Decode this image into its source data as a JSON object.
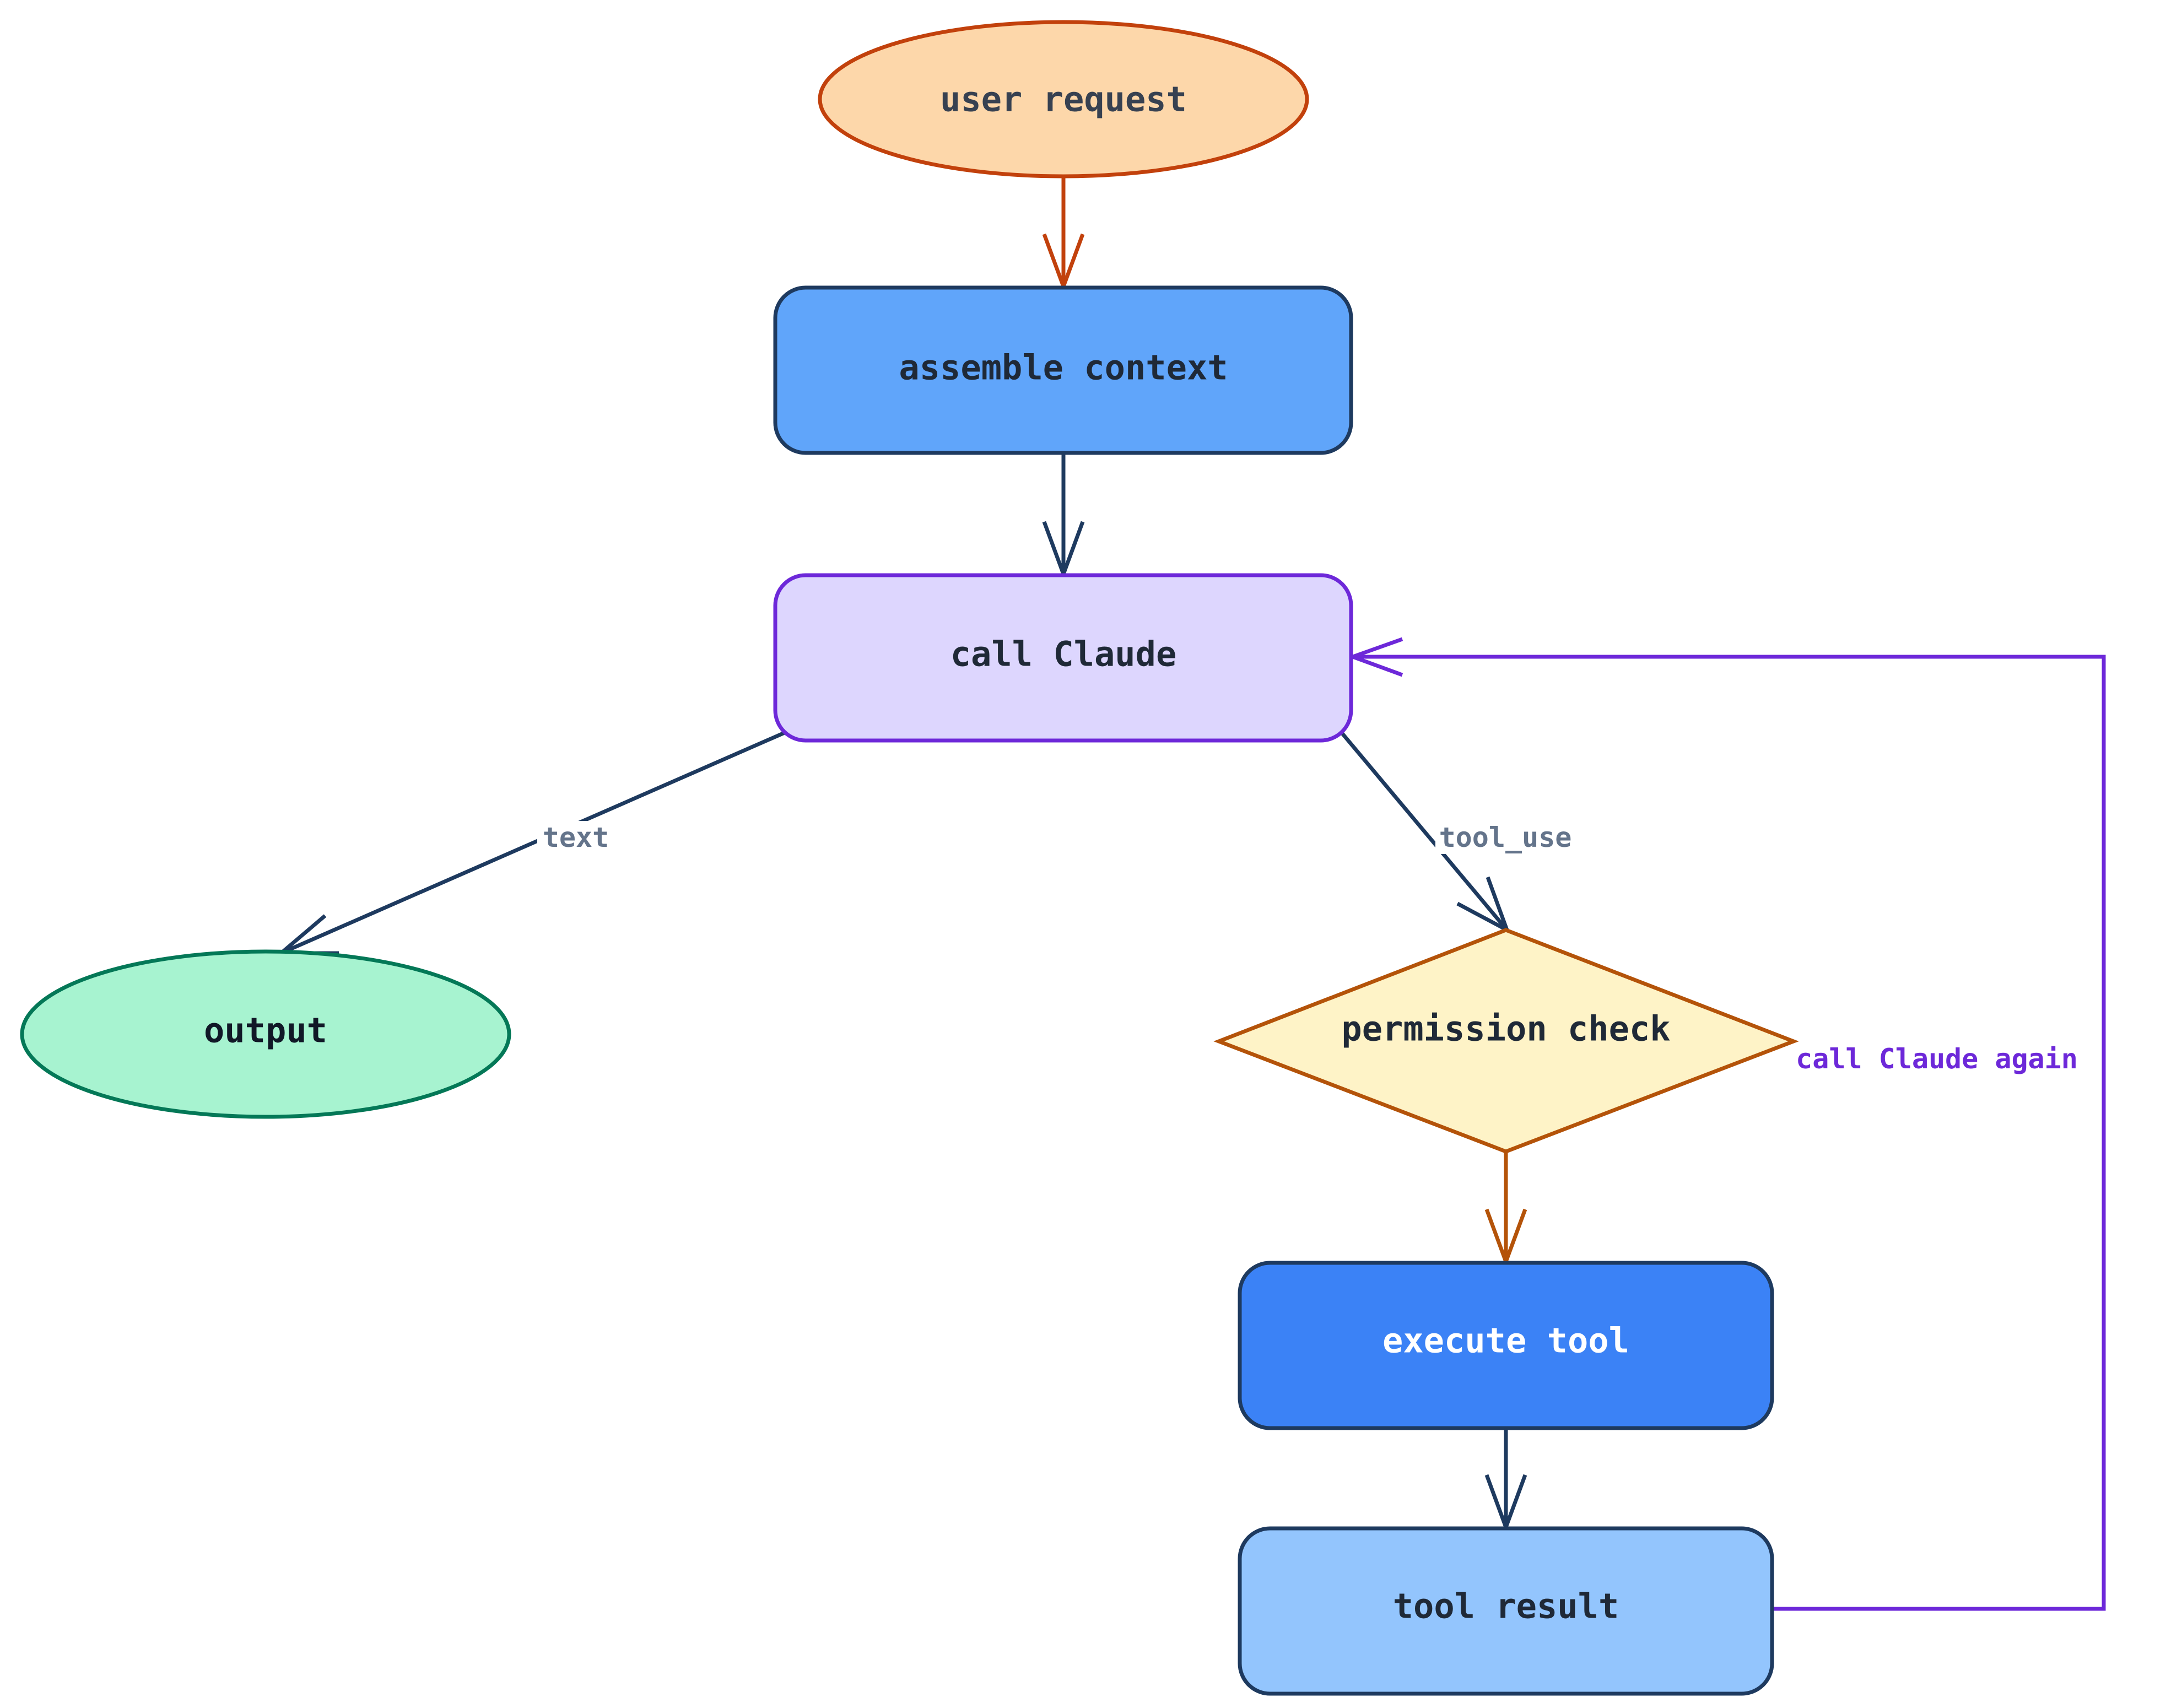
{
  "nodes": {
    "user_request": {
      "label": "user request",
      "fill": "#fdd7aa",
      "stroke": "#c2410c",
      "text": "#374151"
    },
    "assemble_context": {
      "label": "assemble context",
      "fill": "#60a5fa",
      "stroke": "#1e3a5f",
      "text": "#1f2937"
    },
    "call_claude": {
      "label": "call Claude",
      "fill": "#ddd6fe",
      "stroke": "#6d28d9",
      "text": "#1f2937"
    },
    "output": {
      "label": "output",
      "fill": "#a7f3d0",
      "stroke": "#047857",
      "text": "#111827"
    },
    "permission_check": {
      "label": "permission check",
      "fill": "#fef3c7",
      "stroke": "#b45309",
      "text": "#1f2937"
    },
    "execute_tool": {
      "label": "execute tool",
      "fill": "#3b82f6",
      "stroke": "#1e3a5f",
      "text": "#ffffff"
    },
    "tool_result": {
      "label": "tool result",
      "fill": "#93c5fd",
      "stroke": "#1e3a5f",
      "text": "#1f2937"
    }
  },
  "edges": {
    "text": {
      "label": "text",
      "color": "#1e3a5f",
      "label_color": "#64748b"
    },
    "tool_use": {
      "label": "tool_use",
      "color": "#1e3a5f",
      "label_color": "#64748b"
    },
    "call_claude_again": {
      "label": "call Claude again",
      "color": "#6d28d9",
      "label_color": "#6d28d9"
    },
    "request_to_context": {
      "color": "#c2410c"
    },
    "check_to_execute": {
      "color": "#b45309"
    },
    "dark": {
      "color": "#1e3a5f"
    }
  }
}
